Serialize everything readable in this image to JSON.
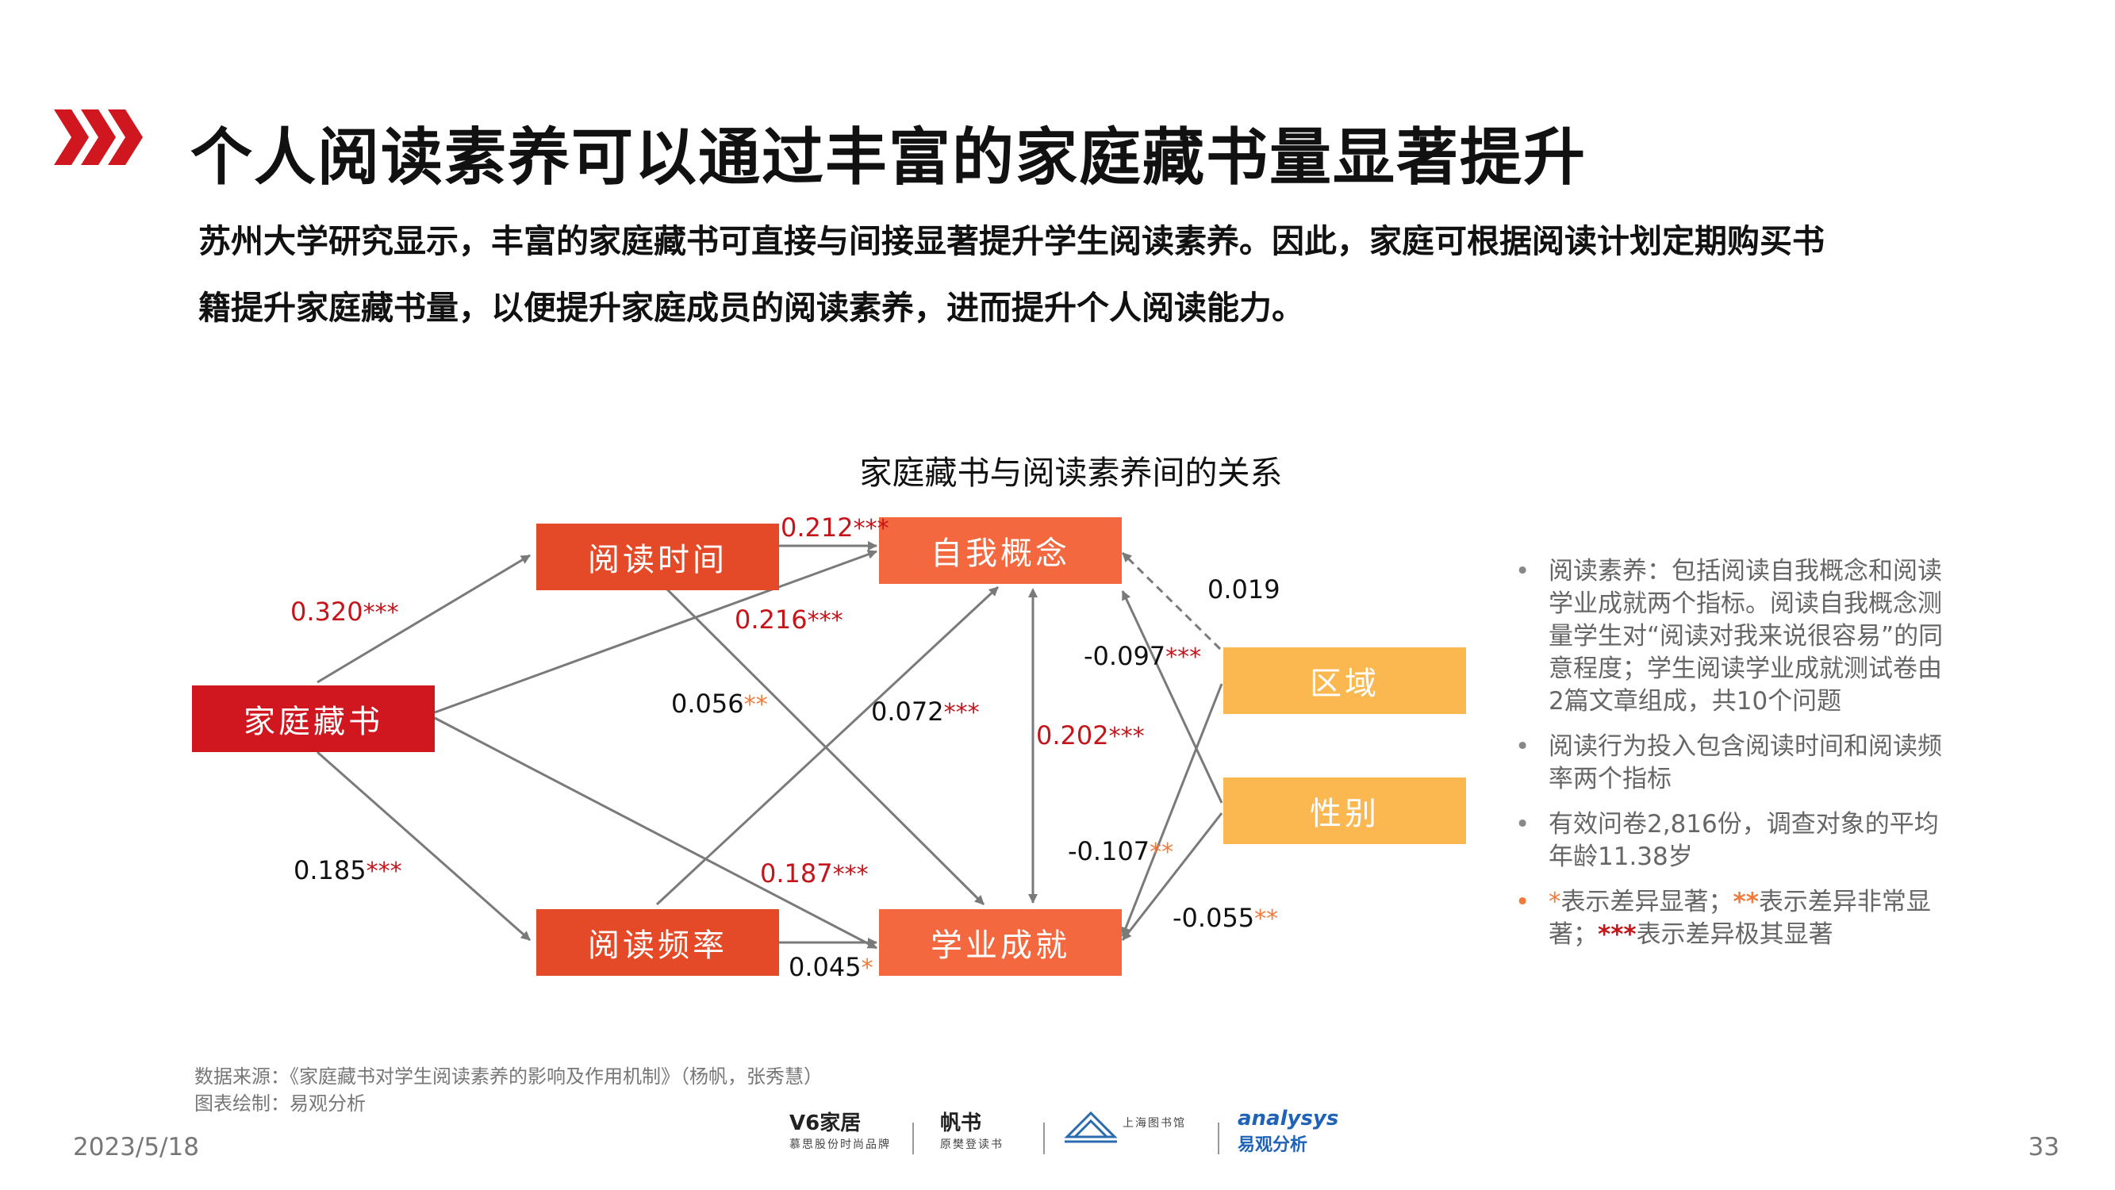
{
  "page": {
    "title": "个人阅读素养可以通过丰富的家庭藏书量显著提升",
    "intro_line1": "苏州大学研究显示，丰富的家庭藏书可直接与间接显著提升学生阅读素养。因此，家庭可根据阅读计划定期购买书",
    "intro_line2": "籍提升家庭藏书量，以便提升家庭成员的阅读素养，进而提升个人阅读能力。",
    "date": "2023/5/18",
    "page_number": "33",
    "source_line1": "数据来源：《家庭藏书对学生阅读素养的影响及作用机制》（杨帆，张秀慧）",
    "source_line2": "图表绘制：易观分析"
  },
  "diagram": {
    "title": "家庭藏书与阅读素养间的关系",
    "nodes": {
      "family_books": "家庭藏书",
      "reading_time": "阅读时间",
      "reading_freq": "阅读频率",
      "self_concept": "自我概念",
      "achievement": "学业成就",
      "region": "区域",
      "gender": "性别"
    },
    "paths": {
      "books_to_time": {
        "value": "0.320",
        "stars": "***"
      },
      "time_to_concept": {
        "value": "0.212",
        "stars": "***"
      },
      "books_to_concept": {
        "value": "0.216",
        "stars": "***"
      },
      "time_to_achievement": {
        "value": "0.056",
        "stars": "**"
      },
      "freq_to_concept": {
        "value": "0.072",
        "stars": "***"
      },
      "concept_achievement": {
        "value": "0.202",
        "stars": "***"
      },
      "books_to_freq": {
        "value": "0.185",
        "stars": "***"
      },
      "books_to_achievement": {
        "value": "0.187",
        "stars": "***"
      },
      "freq_to_achievement": {
        "value": "0.045",
        "stars": "*"
      },
      "region_to_concept": {
        "value": "0.019",
        "stars": ""
      },
      "gender_to_concept": {
        "value": "-0.097",
        "stars": "***"
      },
      "region_to_achievement": {
        "value": "-0.107",
        "stars": "**"
      },
      "gender_to_achievement": {
        "value": "-0.055",
        "stars": "**"
      }
    }
  },
  "notes": {
    "note1": "阅读素养：包括阅读自我概念和阅读学业成就两个指标。阅读自我概念测量学生对“阅读对我来说很容易”的同意程度；学生阅读学业成就测试卷由2篇文章组成，共10个问题",
    "note2": "阅读行为投入包含阅读时间和阅读频率两个指标",
    "note3": "有效问卷2,816份，调查对象的平均年龄11.38岁",
    "legend_s1": "*",
    "legend_t1": "表示差异显著；",
    "legend_s2": "**",
    "legend_t2": "表示差异非常显著；",
    "legend_s3": "***",
    "legend_t3": "表示差异极其显著"
  },
  "logos": {
    "v6_name": "V6家居",
    "v6_sub": "慕思股份时尚品牌",
    "fanshu_name": "帆书",
    "fanshu_sub": "原樊登读书",
    "library_name": "上海图书馆",
    "analysys_name": "analysys",
    "analysys_sub": "易观分析"
  },
  "colors": {
    "red": "#d0171f",
    "orange_red": "#e44a28",
    "orange": "#f3683f",
    "yellow": "#fbb851",
    "star_red": "#c5141a",
    "star_orange": "#f07b3a"
  }
}
